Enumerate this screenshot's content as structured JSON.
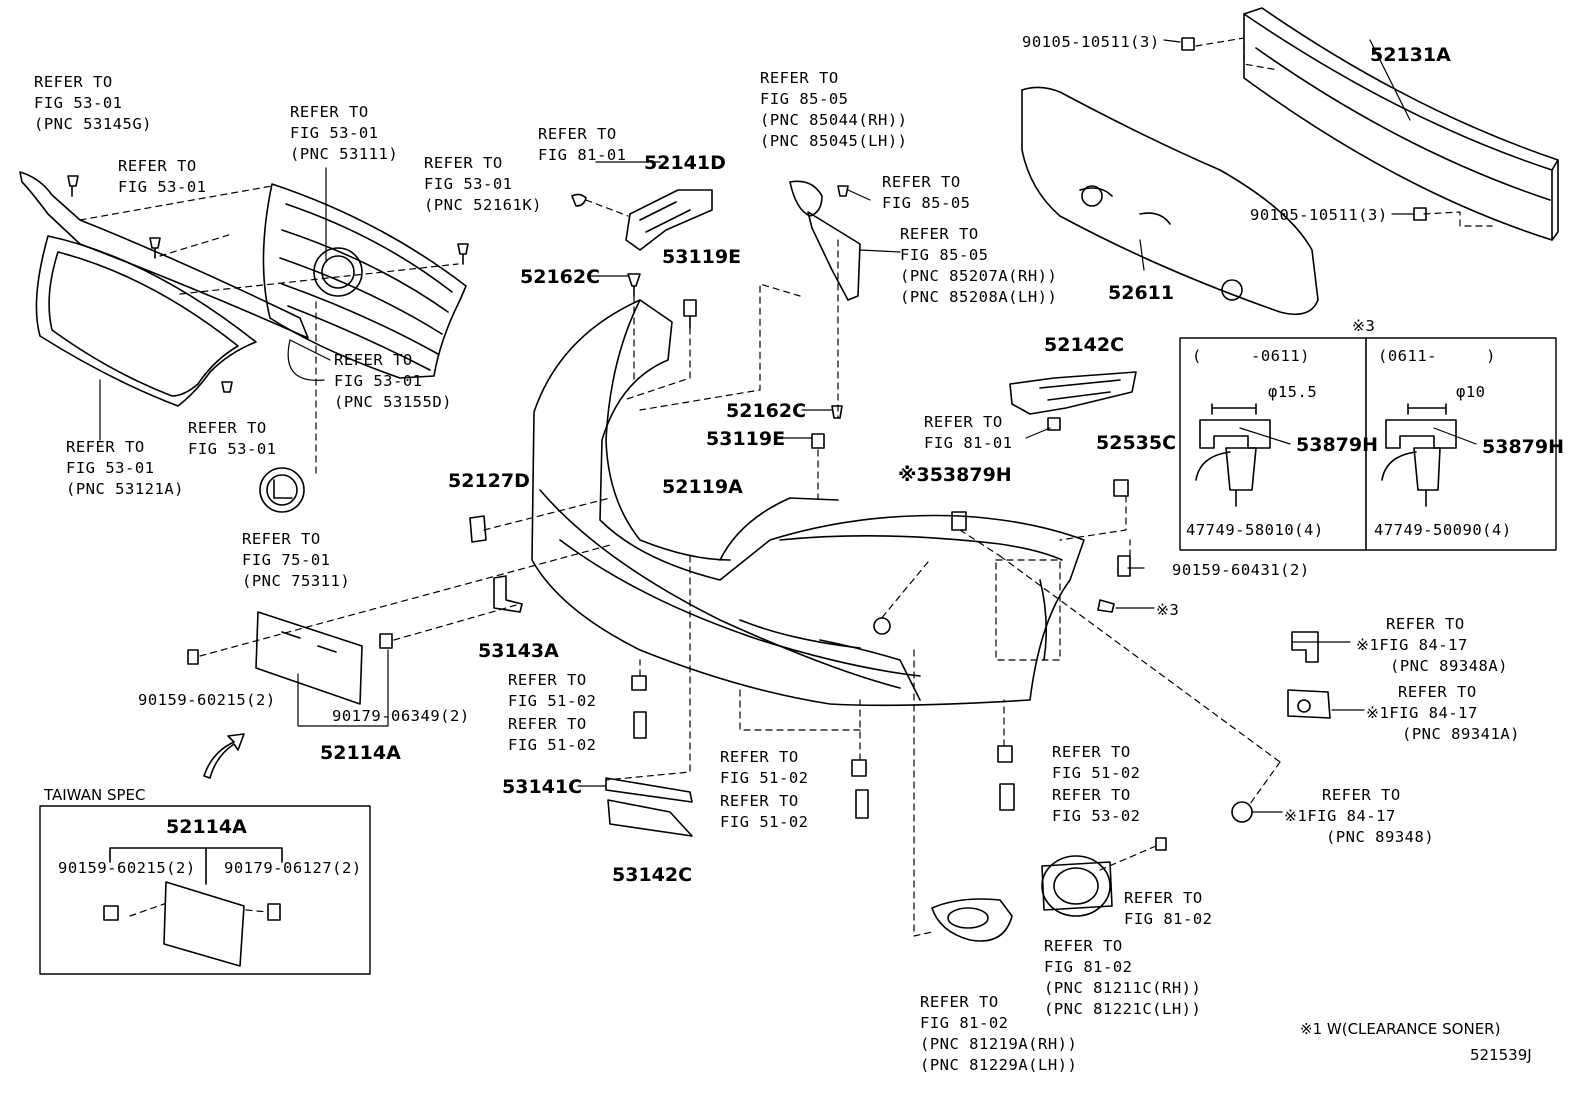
{
  "refs": {
    "r1": {
      "l1": "REFER TO",
      "l2": "FIG 53-01",
      "l3": "(PNC 53145G)"
    },
    "r2": {
      "l1": "REFER TO",
      "l2": "FIG 53-01"
    },
    "r3": {
      "l1": "REFER TO",
      "l2": "FIG 53-01",
      "l3": "(PNC 53111)"
    },
    "r4": {
      "l1": "REFER TO",
      "l2": "FIG 53-01",
      "l3": "(PNC 52161K)"
    },
    "r5": {
      "l1": "REFER TO",
      "l2": "FIG 81-01"
    },
    "r6": {
      "l1": "REFER TO",
      "l2": "FIG 85-05",
      "l3": "(PNC 85044(RH))",
      "l4": "(PNC 85045(LH))"
    },
    "r7": {
      "l1": "REFER TO",
      "l2": "FIG 85-05"
    },
    "r8": {
      "l1": "REFER TO",
      "l2": "FIG 85-05",
      "l3": "(PNC 85207A(RH))",
      "l4": "(PNC 85208A(LH))"
    },
    "r9": {
      "l1": "REFER TO",
      "l2": "FIG 53-01",
      "l3": "(PNC 53155D)"
    },
    "r10": {
      "l1": "REFER TO",
      "l2": "FIG 53-01"
    },
    "r11": {
      "l1": "REFER TO",
      "l2": "FIG 53-01",
      "l3": "(PNC 53121A)"
    },
    "r12": {
      "l1": "REFER TO",
      "l2": "FIG 75-01",
      "l3": "(PNC 75311)"
    },
    "r13": {
      "l1": "REFER TO",
      "l2": "FIG 81-01"
    },
    "r14": {
      "l1": "REFER TO",
      "l2": "FIG 51-02"
    },
    "r15": {
      "l1": "REFER TO",
      "l2": "FIG 51-02"
    },
    "r16": {
      "l1": "REFER TO",
      "l2": "FIG 51-02"
    },
    "r17": {
      "l1": "REFER TO",
      "l2": "FIG 51-02"
    },
    "r18": {
      "l1": "REFER TO",
      "l2": "FIG 51-02"
    },
    "r19": {
      "l1": "REFER TO",
      "l2": "FIG 53-02"
    },
    "r20": {
      "l1": "REFER TO",
      "l2": "※1FIG 84-17",
      "l3": "(PNC 89348A)"
    },
    "r21": {
      "l1": "REFER TO",
      "l2": "※1FIG 84-17",
      "l3": "(PNC 89341A)"
    },
    "r22": {
      "l1": "REFER TO",
      "l2": "※1FIG 84-17",
      "l3": "(PNC 89348)"
    },
    "r23": {
      "l1": "REFER TO",
      "l2": "FIG 81-02"
    },
    "r24": {
      "l1": "REFER TO",
      "l2": "FIG 81-02",
      "l3": "(PNC 81211C(RH))",
      "l4": "(PNC 81221C(LH))"
    },
    "r25": {
      "l1": "REFER TO",
      "l2": "FIG 81-02",
      "l3": "(PNC 81219A(RH))",
      "l4": "(PNC 81229A(LH))"
    }
  },
  "fasteners": {
    "f1": "90105-10511(3)",
    "f2": "90105-10511(3)",
    "f3": "90159-60431(2)",
    "f4": "90159-60215(2)",
    "f5": "90179-06349(2)",
    "f6": "47749-58010(4)",
    "f7": "47749-50090(4)",
    "f8": "90159-60215(2)",
    "f9": "90179-06127(2)"
  },
  "marks": {
    "m3": "※3"
  },
  "parts": {
    "p52131A": "52131A",
    "p52611": "52611",
    "p52141D": "52141D",
    "p52162C_a": "52162C",
    "p53119E_a": "53119E",
    "p52142C": "52142C",
    "p52162C_b": "52162C",
    "p53119E_b": "53119E",
    "p52535C": "52535C",
    "p53879H_main": "※353879H",
    "p52127D": "52127D",
    "p52119A": "52119A",
    "p53143A": "53143A",
    "p52114A": "52114A",
    "p53141C": "53141C",
    "p53142C": "53142C",
    "p52114A_tw": "52114A",
    "p53879H_l": "53879H",
    "p53879H_r": "53879H"
  },
  "detail": {
    "mark": "※3",
    "left_range": "(     -0611)",
    "right_range": "(0611-     )",
    "left_dia": "φ15.5",
    "right_dia": "φ10"
  },
  "taiwan": {
    "title": "TAIWAN SPEC"
  },
  "footer": {
    "note": "※1 W(CLEARANCE SONER)",
    "id": "521539J"
  }
}
